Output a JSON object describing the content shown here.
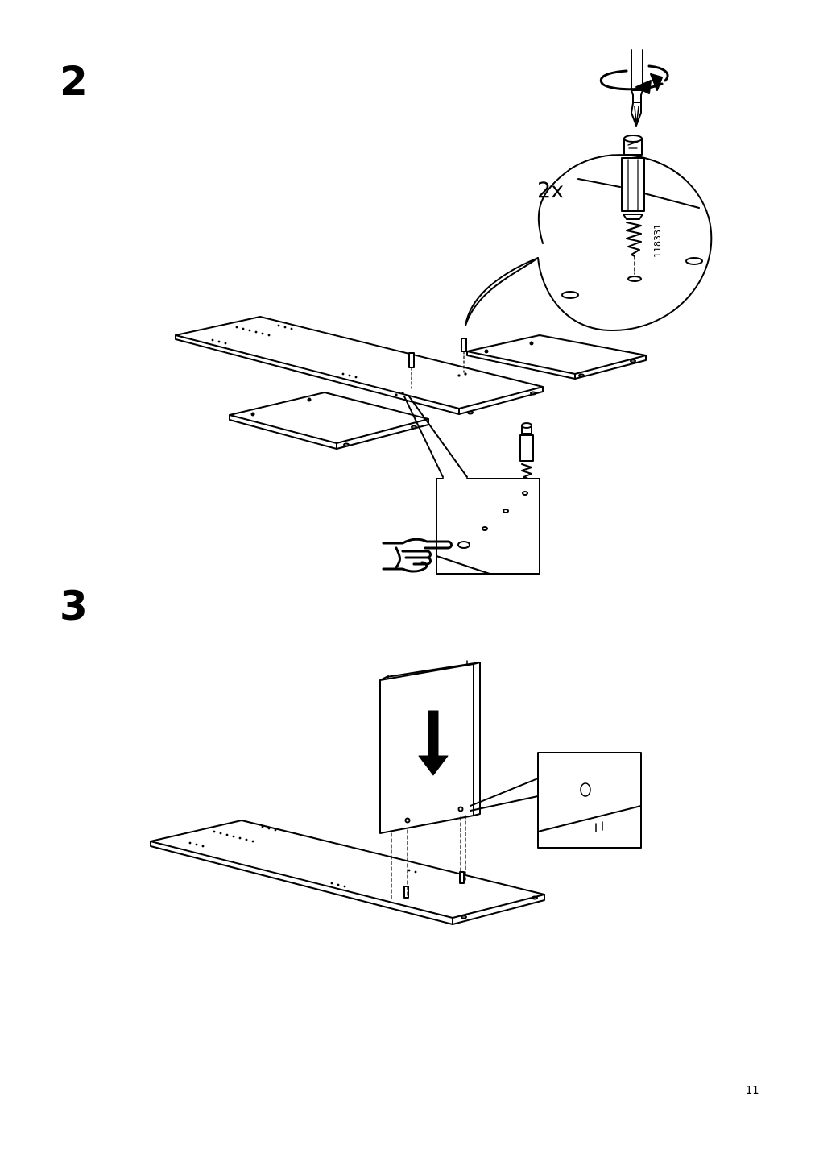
{
  "steps": [
    {
      "number": "2",
      "quantity_label": "2x",
      "part_number": "118331"
    },
    {
      "number": "3"
    }
  ],
  "page_number": "11",
  "icons": {
    "screwdriver": "screwdriver-icon",
    "rotate": "rotate-arrow-icon",
    "cam_dowel": "cam-lock-dowel-icon",
    "pointing_hand": "pointing-hand-icon",
    "down_arrow": "down-arrow-icon"
  }
}
